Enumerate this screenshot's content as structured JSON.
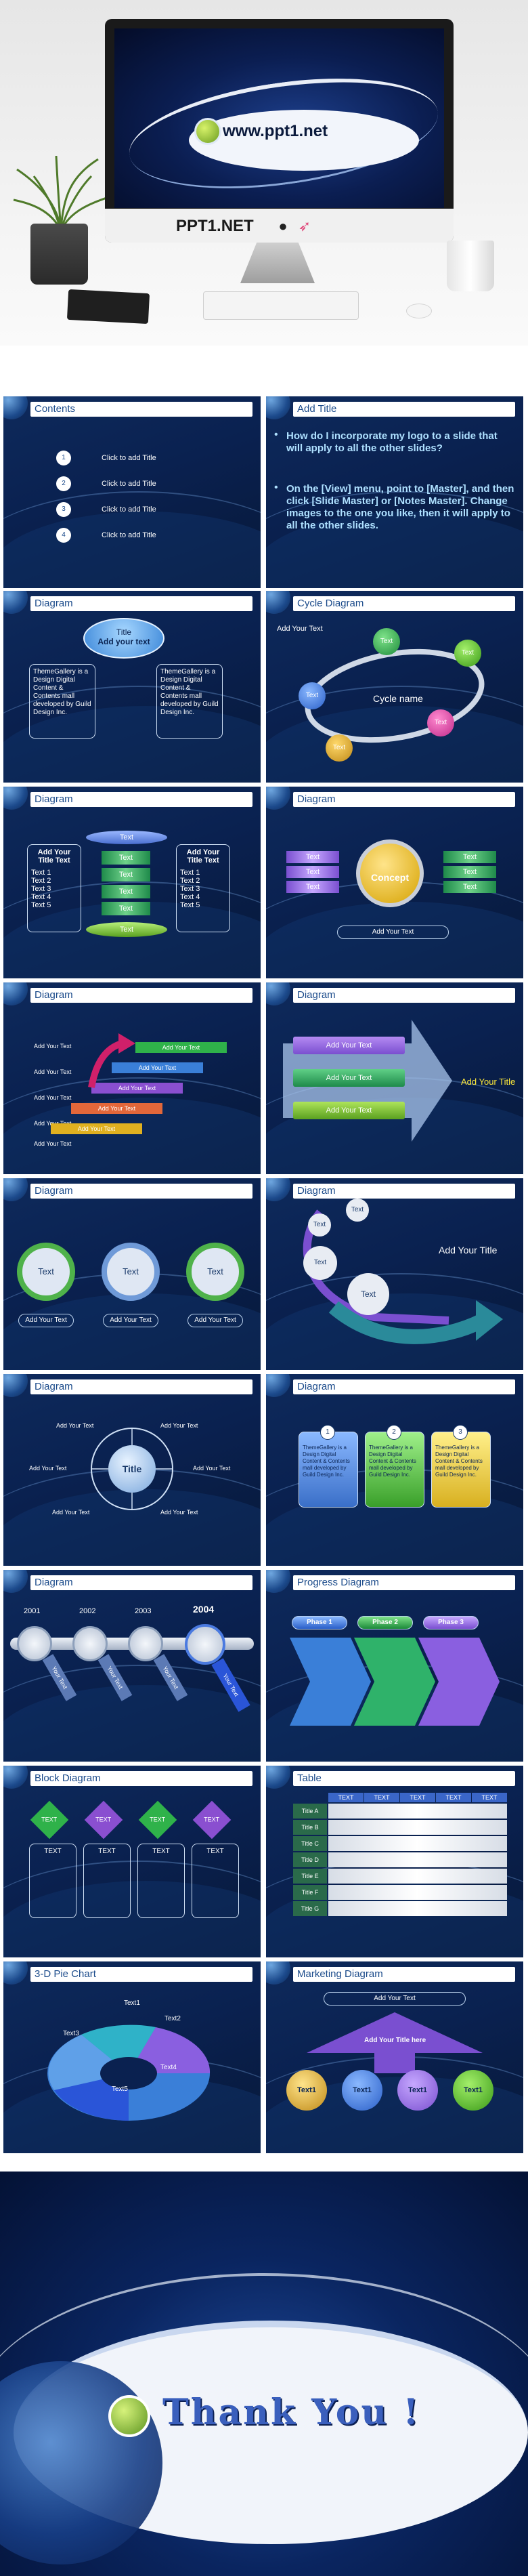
{
  "hero": {
    "screen_url": "www.ppt1.net",
    "brand": "PPT1.NET",
    "brand_icons": [
      "apple-icon",
      "pen-icon"
    ]
  },
  "slides": {
    "s1": {
      "title": "Contents",
      "items": [
        {
          "num": "1",
          "label": "Click to add Title"
        },
        {
          "num": "2",
          "label": "Click to add Title"
        },
        {
          "num": "3",
          "label": "Click to add Title"
        },
        {
          "num": "4",
          "label": "Click to add Title"
        }
      ]
    },
    "s2": {
      "title": "Add Title",
      "bullets": [
        "How do I incorporate my logo to a slide that will apply to all the other slides?",
        "On the [View] menu, point to [Master], and then click [Slide Master] or [Notes Master]. Change images to the one you like, then it will apply to all the other slides."
      ]
    },
    "s3": {
      "title": "Diagram",
      "center_title": "Title",
      "center_sub": "Add your text",
      "left_box": "ThemeGallery is a Design Digital Content & Contents mall developed by Guild Design Inc.",
      "right_box": "ThemeGallery is a Design Digital Content & Contents mall developed by Guild Design Inc."
    },
    "s4": {
      "title": "Cycle Diagram",
      "add_text": "Add Your Text",
      "cycle_name": "Cycle name",
      "nodes": [
        "Text",
        "Text",
        "Text",
        "Text",
        "Text"
      ]
    },
    "s5": {
      "title": "Diagram",
      "left_head": "Add Your Title Text",
      "right_head": "Add Your Title Text",
      "left_items": [
        "Text 1",
        "Text 2",
        "Text 3",
        "Text 4",
        "Text 5"
      ],
      "right_items": [
        "Text 1",
        "Text 2",
        "Text 3",
        "Text 4",
        "Text 5"
      ],
      "cyl_top": "Text",
      "cyl_items": [
        "Text",
        "Text",
        "Text",
        "Text"
      ],
      "cyl_bottom": "Text"
    },
    "s6": {
      "title": "Diagram",
      "concept": "Concept",
      "left": [
        "Text",
        "Text",
        "Text"
      ],
      "right": [
        "Text",
        "Text",
        "Text"
      ],
      "bottom": "Add Your Text"
    },
    "s7": {
      "title": "Diagram",
      "rows": [
        "Add Your Text",
        "Add Your Text",
        "Add Your Text",
        "Add Your Text",
        "Add Your Text"
      ],
      "steps": [
        "Add Your Text",
        "Add Your Text",
        "Add Your Text",
        "Add Your Text",
        "Add Your Text"
      ]
    },
    "s8": {
      "title": "Diagram",
      "bars": [
        "Add Your Text",
        "Add Your Text",
        "Add Your Text"
      ],
      "arrow": "Add Your Title"
    },
    "s9": {
      "title": "Diagram",
      "circles": [
        "Text",
        "Text",
        "Text"
      ],
      "pills": [
        "Add Your Text",
        "Add Your Text",
        "Add Your Text"
      ]
    },
    "s10": {
      "title": "Diagram",
      "small": [
        "Text",
        "Text"
      ],
      "mid": "Text",
      "big": "Text",
      "add": "Add Your Title"
    },
    "s11": {
      "title": "Diagram",
      "center": "Title",
      "spokes": [
        "Add Your Text",
        "Add Your Text",
        "Add Your Text",
        "Add Your Text",
        "Add Your Text",
        "Add Your Text"
      ]
    },
    "s12": {
      "title": "Diagram",
      "cards": [
        {
          "num": "1",
          "text": "ThemeGallery is a Design Digital Content & Contents mall developed by Guild Design Inc."
        },
        {
          "num": "2",
          "text": "ThemeGallery is a Design Digital Content & Contents mall developed by Guild Design Inc."
        },
        {
          "num": "3",
          "text": "ThemeGallery is a Design Digital Content & Contents mall developed by Guild Design Inc."
        }
      ]
    },
    "s13": {
      "title": "Diagram",
      "years": [
        "2001",
        "2002",
        "2003",
        "2004"
      ],
      "labels": [
        "Your Text",
        "Your Text",
        "Your Text",
        "Your Text"
      ]
    },
    "s14": {
      "title": "Progress Diagram",
      "phases": [
        "Phase 1",
        "Phase 2",
        "Phase 3"
      ]
    },
    "s15": {
      "title": "Block Diagram",
      "diamonds": [
        "TEXT",
        "TEXT",
        "TEXT",
        "TEXT"
      ],
      "boxes": [
        "TEXT",
        "TEXT",
        "TEXT",
        "TEXT"
      ]
    },
    "s16": {
      "title": "Table",
      "headers": [
        "TEXT",
        "TEXT",
        "TEXT",
        "TEXT",
        "TEXT"
      ],
      "rows": [
        "Title A",
        "Title B",
        "Title C",
        "Title D",
        "Title E",
        "Title F",
        "Title G"
      ]
    },
    "s17": {
      "title": "3-D Pie Chart",
      "slices": [
        "Text1",
        "Text2",
        "Text3",
        "Text4",
        "Text5"
      ]
    },
    "s18": {
      "title": "Marketing Diagram",
      "top": "Add Your Text",
      "roof": "Add Your Title here",
      "balls": [
        "Text1",
        "Text1",
        "Text1",
        "Text1"
      ]
    }
  },
  "thank": {
    "text": "Thank You !"
  },
  "colors": {
    "slide_bg": "#0a2150",
    "accent_green": "#6ab52a",
    "accent_purple": "#7a4fd0",
    "accent_blue": "#3a5fbd"
  }
}
